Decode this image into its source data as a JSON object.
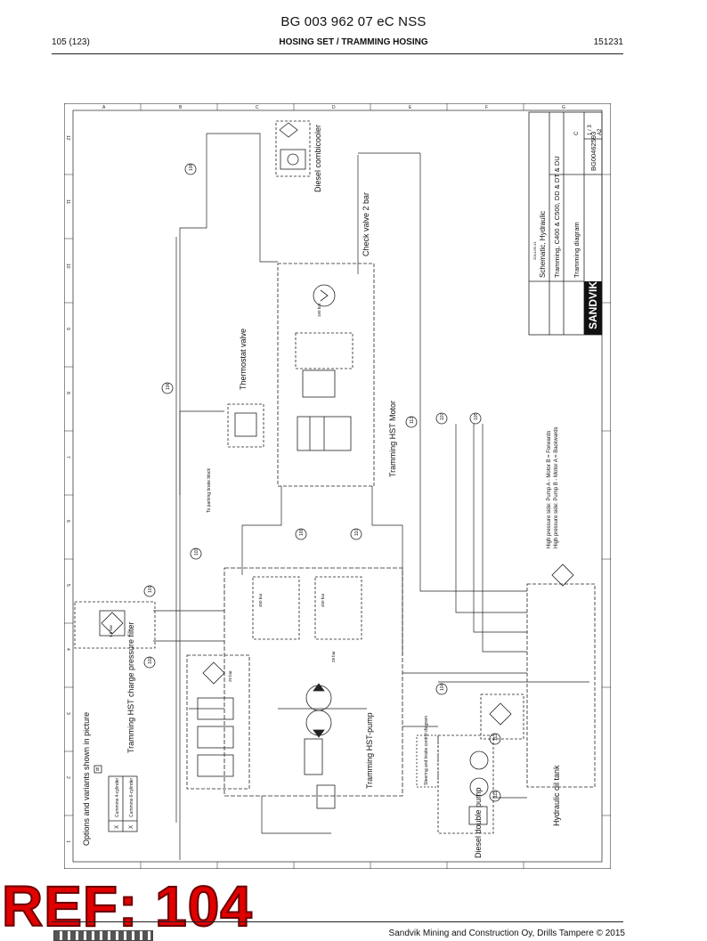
{
  "header": {
    "doc_number": "BG 003 962 07 eC NSS",
    "page": "105 (123)",
    "section": "HOSING SET / TRAMMING HOSING",
    "date": "151231"
  },
  "footer": {
    "stamp": "REF: 104",
    "company": "Sandvik Mining and Construction Oy, Drills Tampere © 2015"
  },
  "drawing": {
    "border_col_labels": [
      "1",
      "2",
      "3",
      "4",
      "5",
      "6",
      "7",
      "8",
      "9",
      "10",
      "11",
      "12"
    ],
    "border_row_labels": [
      "A",
      "B",
      "C",
      "D",
      "E",
      "F",
      "G"
    ],
    "title_block": {
      "company": "SANDVIK",
      "title": "Schematic, Hydraulic",
      "subtitle_1": "Tramming, C400 & C500, DD & DT & DU",
      "subtitle_2": "Tramming diagram",
      "doc_id": "BG00462593",
      "size": "A2",
      "sheet": "1 / 3",
      "revision": "C",
      "date": "2014-06-13"
    },
    "component_labels": {
      "diesel_combicooler": "Diesel combicooler",
      "check_valve": "Check valve 2 bar",
      "thermostat_valve": "Thermostat valve",
      "tramming_hst_motor": "Tramming HST Motor",
      "pressure_note_1": "High pressure side: Pump A - Motor B = Forwards",
      "pressure_note_2": "High pressure side: Pump B - Motor A = Backwards",
      "tramming_hst_pump": "Tramming HST-pump",
      "charge_filter": "Tramming HST charge pressure filter",
      "options_title": "Options and variants shown in picture",
      "diesel_pump": "Diesel double pump",
      "oil_tank": "Hydraulic oil tank",
      "parking_brake": "To parking brake block",
      "steering_brake": "Steering and brake control diagram"
    },
    "options_table": [
      {
        "label": "Cummins 4-cylinder",
        "mark": "X"
      },
      {
        "label": "Cummins 6-cylinder",
        "mark": "X"
      }
    ],
    "option_code": "B",
    "hose_tags": [
      "108",
      "106",
      "113",
      "107",
      "105",
      "109",
      "110",
      "103",
      "101",
      "102",
      "104",
      "112",
      "111"
    ],
    "valve_labels": [
      "450 bar",
      "450 bar",
      "25 bar",
      "28 bar",
      "160 bar",
      "1.5 bar"
    ]
  }
}
